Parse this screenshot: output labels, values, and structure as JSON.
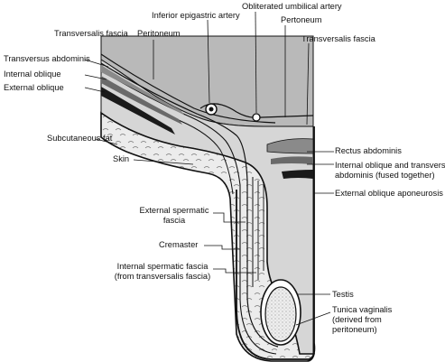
{
  "diagram": {
    "labels": {
      "inferior_epigastric_artery": "Inferior epigastric artery",
      "obliterated_umbilical_artery": "Obliterated umbilical artery",
      "transversalis_fascia_top_left": "Transversalis fascia",
      "peritoneum_top": "Peritoneum",
      "pertoneum_right": "Pertoneum",
      "transversalis_fascia_top_right": "Transversalis fascia",
      "transversus_abdominis": "Transversus abdominis",
      "internal_oblique": "Internal oblique",
      "external_oblique": "External oblique",
      "subcutaneous_fat": "Subcutaneous fat",
      "skin": "Skin",
      "rectus_abdominis": "Rectus abdominis",
      "internal_oblique_transversus": [
        "Internal oblique and transversus",
        "abdominis (fused together)"
      ],
      "external_oblique_aponeurosis": "External oblique aponeurosis",
      "external_spermatic_fascia": [
        "External spermatic",
        "fascia"
      ],
      "cremaster": "Cremaster",
      "internal_spermatic_fascia": [
        "Internal spermatic fascia",
        "(from transversalis fascia)"
      ],
      "testis": "Testis",
      "tunica_vaginalis": [
        "Tunica vaginalis",
        "(derived from",
        "peritoneum)"
      ]
    },
    "colors": {
      "cavity_fill": "#b9b9b9",
      "wall_fill": "#d6d6d6",
      "muscle_dark": "#1a1a1a",
      "muscle_mid": "#8a8a8a",
      "outline": "#111111",
      "testis_fill": "#e6e6e6"
    }
  }
}
